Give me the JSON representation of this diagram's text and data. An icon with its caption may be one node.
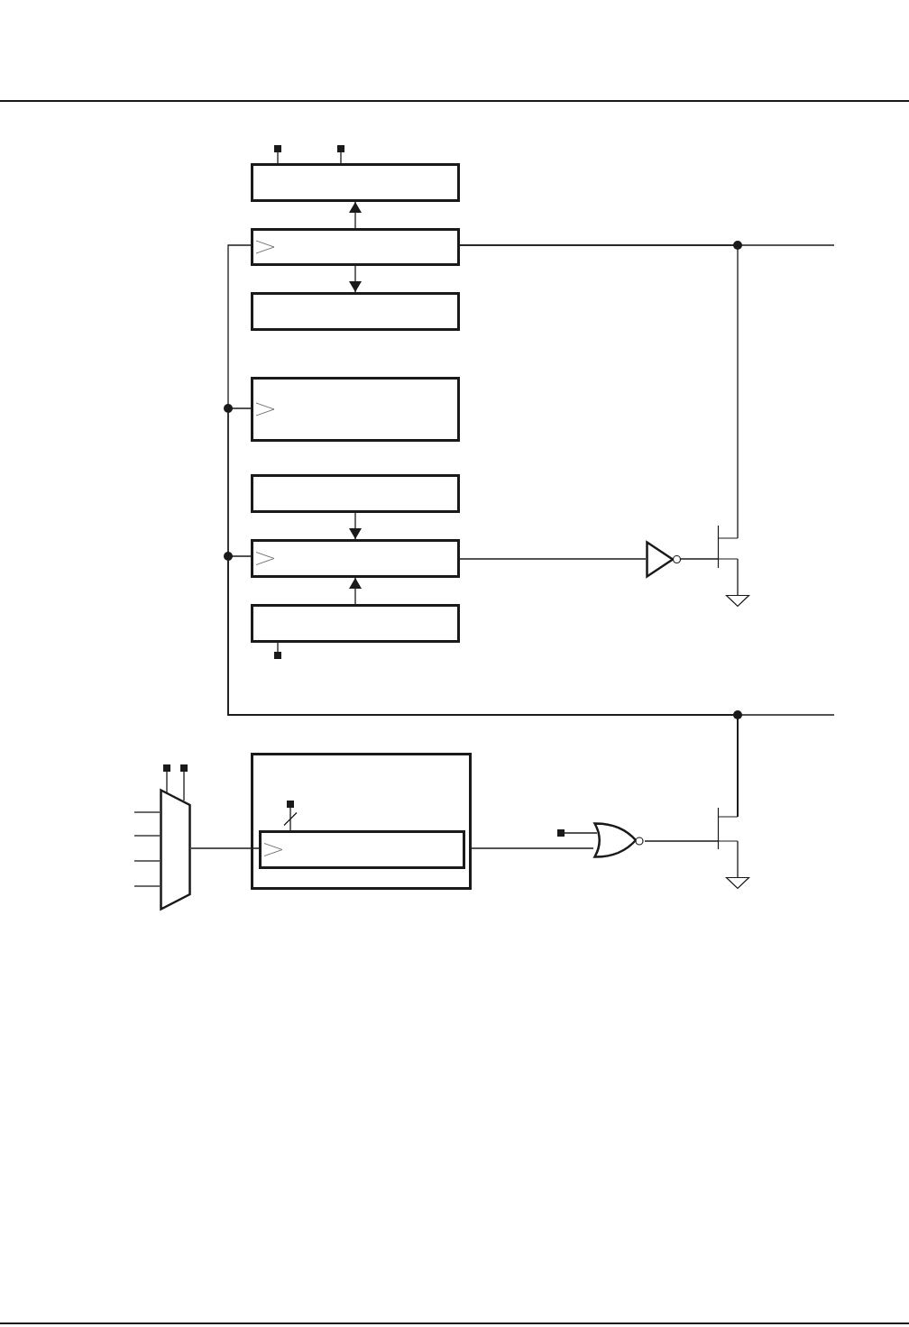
{
  "diagram": {
    "nodes": [
      {
        "text": [],
        "shape": "square"
      },
      {
        "text": [],
        "shape": "square"
      },
      {
        "text": [],
        "shape": "box"
      },
      {
        "text": [],
        "shape": "box"
      },
      {
        "text": [],
        "shape": "box"
      },
      {
        "text": [],
        "shape": "box"
      },
      {
        "text": [],
        "shape": "box"
      },
      {
        "text": [],
        "shape": "triangle"
      },
      {
        "text": [],
        "shape": "transistor"
      },
      {
        "text": [],
        "shape": "box"
      },
      {
        "text": [],
        "shape": "ground"
      },
      {
        "text": [],
        "shape": "box"
      },
      {
        "text": [],
        "shape": "square"
      },
      {
        "text": [],
        "shape": "square"
      },
      {
        "text": [],
        "shape": "square"
      },
      {
        "text": [],
        "shape": "box"
      },
      {
        "text": [],
        "shape": "square",
        "in": 15
      },
      {
        "text": [],
        "shape": "box",
        "in": 15
      },
      {
        "text": [],
        "shape": "trapezoid"
      },
      {
        "text": [],
        "shape": "square"
      },
      {
        "text": [],
        "shape": "gate"
      },
      {
        "text": [],
        "shape": "transistor"
      },
      {
        "text": [],
        "shape": "ground"
      }
    ],
    "edges": [
      {
        "from": 0,
        "to": 2,
        "arrow": "none"
      },
      {
        "from": 1,
        "to": 2,
        "arrow": "none"
      },
      {
        "from": 3,
        "to": 2,
        "arrow": "to"
      },
      {
        "from": 3,
        "to": 4,
        "arrow": "to"
      },
      {
        "from": 6,
        "to": 9,
        "arrow": "to"
      },
      {
        "from": 11,
        "to": 9,
        "arrow": "to"
      },
      {
        "from": 12,
        "to": 11,
        "arrow": "none"
      },
      {
        "from": 3,
        "to": null,
        "arrow": "none"
      },
      {
        "from": 8,
        "to": 3,
        "arrow": "none"
      },
      {
        "from": 9,
        "to": 7,
        "arrow": "none"
      },
      {
        "from": 7,
        "to": 8,
        "arrow": "none"
      },
      {
        "from": 8,
        "to": 10,
        "arrow": "none"
      },
      {
        "from": 21,
        "to": 3,
        "arrow": "none"
      },
      {
        "from": 21,
        "to": 5,
        "arrow": "none"
      },
      {
        "from": 21,
        "to": 9,
        "arrow": "none"
      },
      {
        "from": 21,
        "to": null,
        "arrow": "none"
      },
      {
        "from": 13,
        "to": 18,
        "arrow": "none"
      },
      {
        "from": 14,
        "to": 18,
        "arrow": "none"
      },
      {
        "from": null,
        "to": 18,
        "arrow": "none"
      },
      {
        "from": null,
        "to": 18,
        "arrow": "none"
      },
      {
        "from": null,
        "to": 18,
        "arrow": "none"
      },
      {
        "from": null,
        "to": 18,
        "arrow": "none"
      },
      {
        "from": 16,
        "to": 17,
        "arrow": "none"
      },
      {
        "from": 18,
        "to": 17,
        "arrow": "none"
      },
      {
        "from": 15,
        "to": 20,
        "arrow": "none"
      },
      {
        "from": 19,
        "to": 20,
        "arrow": "none"
      },
      {
        "from": 20,
        "to": 21,
        "arrow": "none"
      },
      {
        "from": 21,
        "to": 22,
        "arrow": "none"
      }
    ]
  }
}
